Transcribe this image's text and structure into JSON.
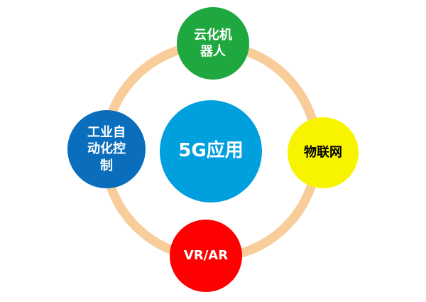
{
  "diagram": {
    "ring": {
      "color": "#F8CD9A"
    },
    "center": {
      "label": "5G应用",
      "color": "#00A0DF",
      "text_color": "#FFFFFF"
    },
    "nodes": {
      "top": {
        "label": "云化机\n器人",
        "color": "#1FA83F",
        "text_color": "#FFFFFF"
      },
      "left": {
        "label": "工业自\n动化控\n制",
        "color": "#0A6EBD",
        "text_color": "#FFFFFF"
      },
      "right": {
        "label": "物联网",
        "color": "#F8F400",
        "text_color": "#000000"
      },
      "bottom": {
        "label": "VR/AR",
        "color": "#FF0000",
        "text_color": "#FFFFFF"
      }
    }
  }
}
